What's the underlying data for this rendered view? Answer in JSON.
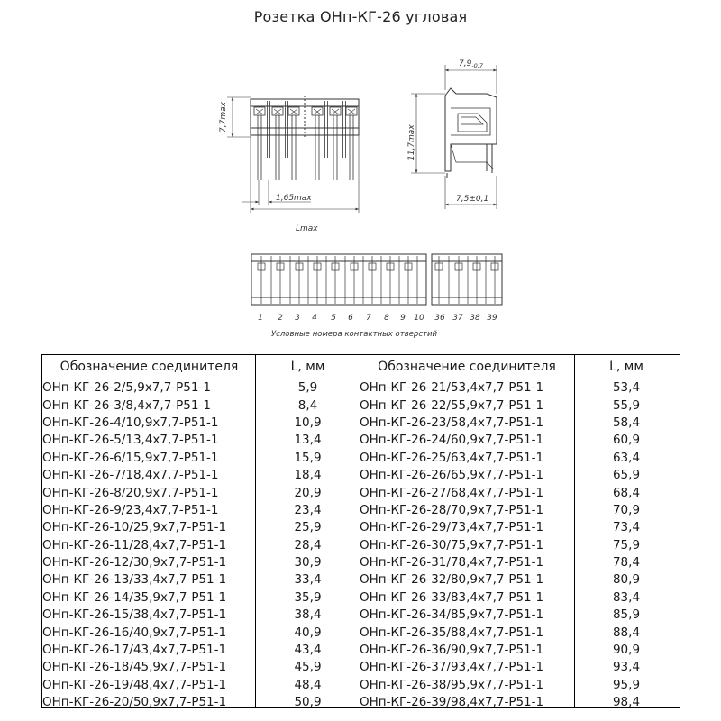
{
  "title": "Розетка ОНп-КГ-26 угловая",
  "drawing": {
    "dim_height_left": "7,7max",
    "dim_pitch": "1,65max",
    "dim_length": "Lmax",
    "dim_width_top": "7,9",
    "dim_width_top_tol": "-0,7",
    "dim_height_right": "11,7max",
    "dim_base": "7,5±0,1",
    "pin_numbers": [
      "1",
      "2",
      "3",
      "4",
      "5",
      "6",
      "7",
      "8",
      "9",
      "10",
      "36",
      "37",
      "38",
      "39"
    ],
    "caption": "Условные номера контактных отверстий"
  },
  "table": {
    "headers": [
      "Обозначение соединителя",
      "L, мм",
      "Обозначение соединителя",
      "L, мм"
    ],
    "rows": [
      [
        "ОНп-КГ-26-2/5,9х7,7-Р51-1",
        "5,9",
        "ОНп-КГ-26-21/53,4х7,7-Р51-1",
        "53,4"
      ],
      [
        "ОНп-КГ-26-3/8,4х7,7-Р51-1",
        "8,4",
        "ОНп-КГ-26-22/55,9х7,7-Р51-1",
        "55,9"
      ],
      [
        "ОНп-КГ-26-4/10,9х7,7-Р51-1",
        "10,9",
        "ОНп-КГ-26-23/58,4х7,7-Р51-1",
        "58,4"
      ],
      [
        "ОНп-КГ-26-5/13,4х7,7-Р51-1",
        "13,4",
        "ОНп-КГ-26-24/60,9х7,7-Р51-1",
        "60,9"
      ],
      [
        "ОНп-КГ-26-6/15,9х7,7-Р51-1",
        "15,9",
        "ОНп-КГ-26-25/63,4х7,7-Р51-1",
        "63,4"
      ],
      [
        "ОНп-КГ-26-7/18,4х7,7-Р51-1",
        "18,4",
        "ОНп-КГ-26-26/65,9х7,7-Р51-1",
        "65,9"
      ],
      [
        "ОНп-КГ-26-8/20,9х7,7-Р51-1",
        "20,9",
        "ОНп-КГ-26-27/68,4х7,7-Р51-1",
        "68,4"
      ],
      [
        "ОНп-КГ-26-9/23,4х7,7-Р51-1",
        "23,4",
        "ОНп-КГ-26-28/70,9х7,7-Р51-1",
        "70,9"
      ],
      [
        "ОНп-КГ-26-10/25,9х7,7-Р51-1",
        "25,9",
        "ОНп-КГ-26-29/73,4х7,7-Р51-1",
        "73,4"
      ],
      [
        "ОНп-КГ-26-11/28,4х7,7-Р51-1",
        "28,4",
        "ОНп-КГ-26-30/75,9х7,7-Р51-1",
        "75,9"
      ],
      [
        "ОНп-КГ-26-12/30,9х7,7-Р51-1",
        "30,9",
        "ОНп-КГ-26-31/78,4х7,7-Р51-1",
        "78,4"
      ],
      [
        "ОНп-КГ-26-13/33,4х7,7-Р51-1",
        "33,4",
        "ОНп-КГ-26-32/80,9х7,7-Р51-1",
        "80,9"
      ],
      [
        "ОНп-КГ-26-14/35,9х7,7-Р51-1",
        "35,9",
        "ОНп-КГ-26-33/83,4х7,7-Р51-1",
        "83,4"
      ],
      [
        "ОНп-КГ-26-15/38,4х7,7-Р51-1",
        "38,4",
        "ОНп-КГ-26-34/85,9х7,7-Р51-1",
        "85,9"
      ],
      [
        "ОНп-КГ-26-16/40,9х7,7-Р51-1",
        "40,9",
        "ОНп-КГ-26-35/88,4х7,7-Р51-1",
        "88,4"
      ],
      [
        "ОНп-КГ-26-17/43,4х7,7-Р51-1",
        "43,4",
        "ОНп-КГ-26-36/90,9х7,7-Р51-1",
        "90,9"
      ],
      [
        "ОНп-КГ-26-18/45,9х7,7-Р51-1",
        "45,9",
        "ОНп-КГ-26-37/93,4х7,7-Р51-1",
        "93,4"
      ],
      [
        "ОНп-КГ-26-19/48,4х7,7-Р51-1",
        "48,4",
        "ОНп-КГ-26-38/95,9х7,7-Р51-1",
        "95,9"
      ],
      [
        "ОНп-КГ-26-20/50,9х7,7-Р51-1",
        "50,9",
        "ОНп-КГ-26-39/98,4х7,7-Р51-1",
        "98,4"
      ]
    ]
  }
}
